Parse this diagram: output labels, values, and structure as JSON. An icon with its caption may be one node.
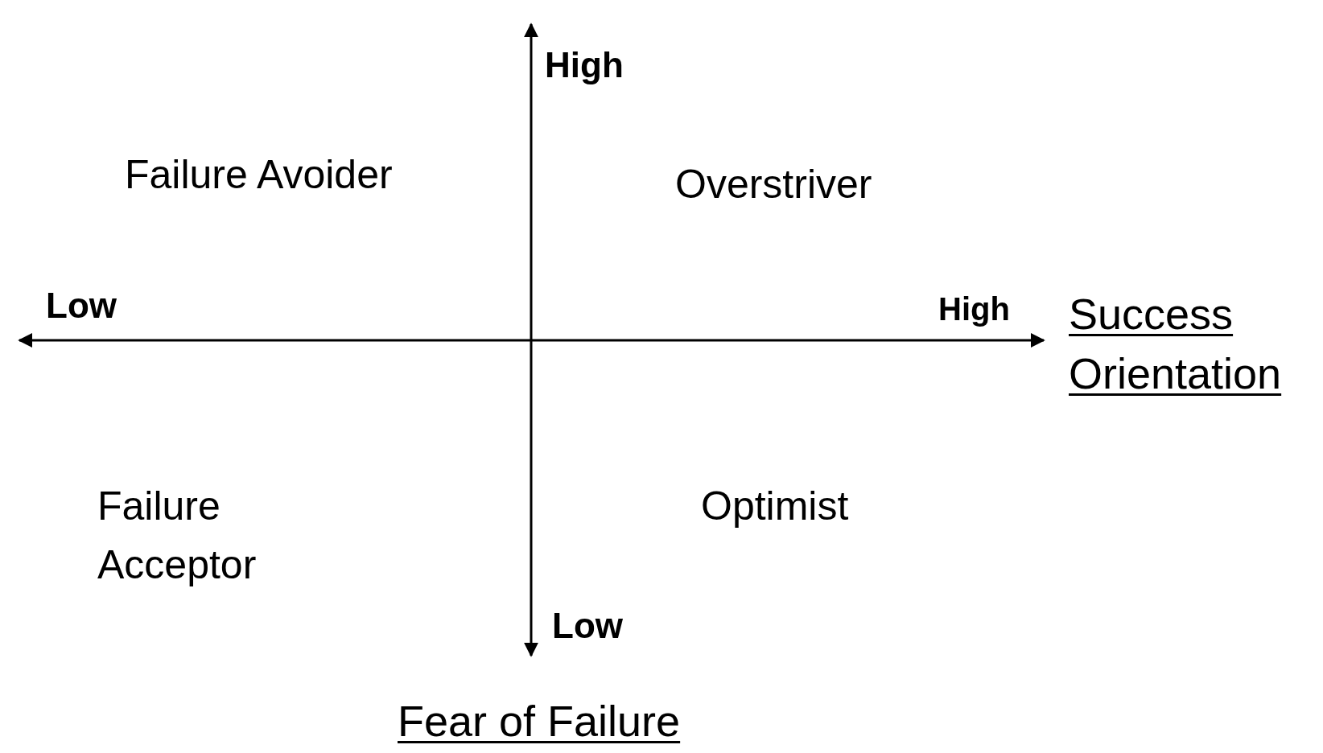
{
  "diagram": {
    "labels": [
      "High",
      "Failure Avoider",
      "Overstriver",
      "Low",
      "High",
      "Success Orientation",
      "Failure Acceptor",
      "Optimist",
      "Low",
      "Fear of Failure"
    ]
  }
}
